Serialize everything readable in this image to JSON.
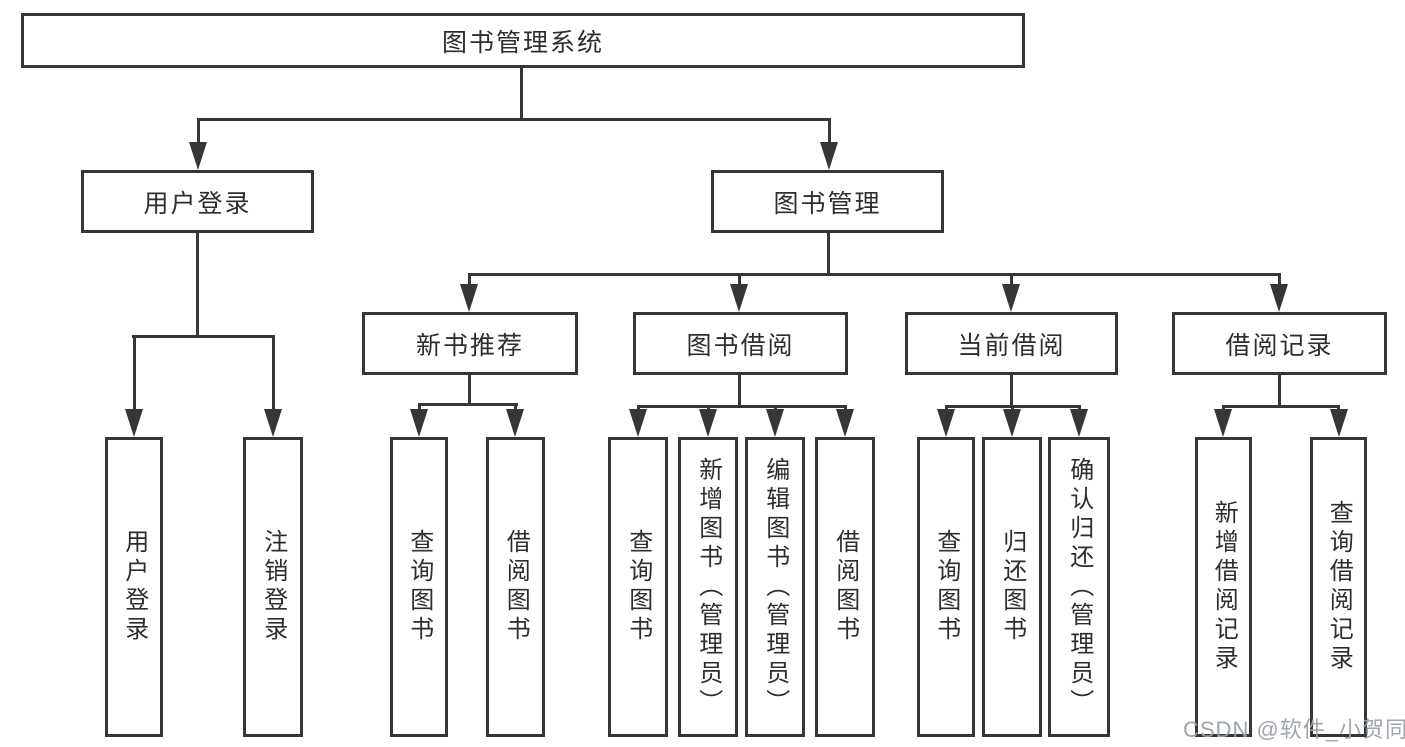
{
  "root": {
    "label": "图书管理系统"
  },
  "level2": {
    "user_login": "用户登录",
    "book_mgmt": "图书管理"
  },
  "level3": {
    "new_books": "新书推荐",
    "borrow": "图书借阅",
    "current": "当前借阅",
    "records": "借阅记录"
  },
  "leaves": {
    "user_login": [
      "用户登录",
      "注销登录"
    ],
    "new_books": [
      "查询图书",
      "借阅图书"
    ],
    "borrow": [
      "查询图书",
      "新增图书（管理员）",
      "编辑图书（管理员）",
      "借阅图书"
    ],
    "current": [
      "查询图书",
      "归还图书",
      "确认归还（管理员）"
    ],
    "records": [
      "新增借阅记录",
      "查询借阅记录"
    ]
  },
  "watermark": "CSDN @软件_小贺同学",
  "colors": {
    "line": "#363636",
    "text": "#2e2e2e",
    "watermark": "#9aa0aa",
    "background": "#ffffff"
  }
}
